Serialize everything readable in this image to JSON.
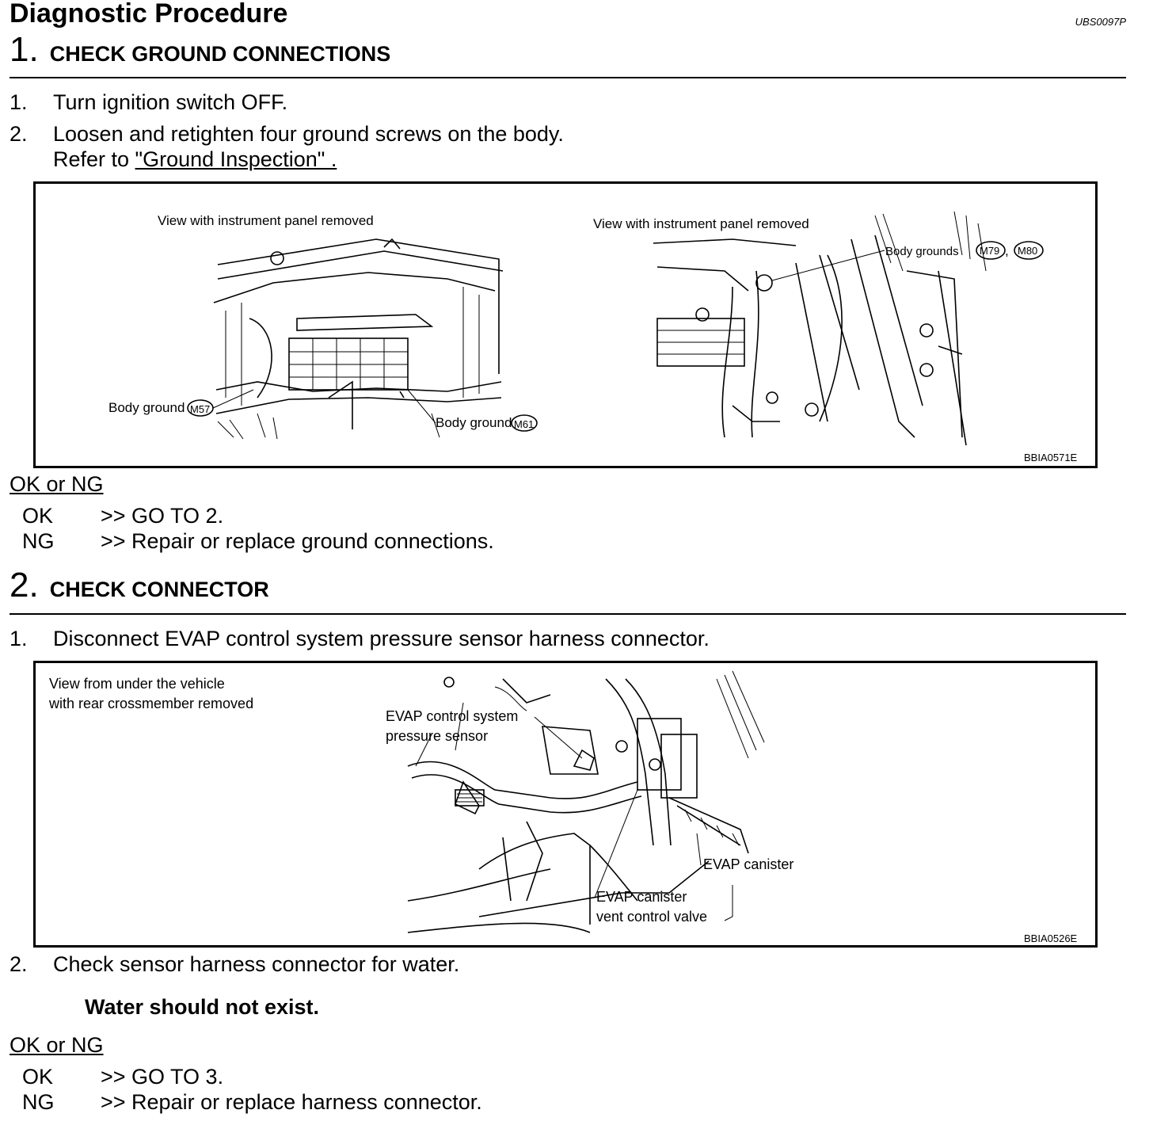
{
  "header": {
    "title": "Diagnostic Procedure",
    "code": "UBS0097P"
  },
  "step1": {
    "number": "1.",
    "title": "CHECK GROUND CONNECTIONS",
    "items": [
      {
        "num": "1.",
        "text": "Turn ignition switch OFF."
      },
      {
        "num": "2.",
        "text": "Loosen and retighten four ground screws on the body."
      }
    ],
    "refer_prefix": "Refer to ",
    "refer_link": "\"Ground Inspection\" .",
    "figure": {
      "left_caption": "View with instrument panel removed",
      "right_caption": "View with instrument panel removed",
      "body_ground_left": "Body ground",
      "body_ground_left_id": "M57",
      "body_ground_right": "Body ground",
      "body_ground_right_id": "M61",
      "body_grounds": "Body grounds",
      "body_grounds_id1": "M79",
      "body_grounds_sep": ",",
      "body_grounds_id2": "M80",
      "figure_id": "BBIA0571E"
    },
    "okng": {
      "heading": "OK or NG",
      "rows": [
        {
          "key": "OK",
          "value": ">> GO TO 2."
        },
        {
          "key": "NG",
          "value": ">> Repair or replace ground connections."
        }
      ]
    }
  },
  "step2": {
    "number": "2.",
    "title": "CHECK CONNECTOR",
    "item1": {
      "num": "1.",
      "text": "Disconnect EVAP control system pressure sensor harness connector."
    },
    "figure": {
      "caption_line1": "View from under the vehicle",
      "caption_line2": "with rear crossmember removed",
      "sensor_line1": "EVAP control system",
      "sensor_line2": "pressure sensor",
      "canister": "EVAP canister",
      "valve_line1": "EVAP canister",
      "valve_line2": "vent control valve",
      "figure_id": "BBIA0526E"
    },
    "item2": {
      "num": "2.",
      "text": "Check sensor harness connector for water."
    },
    "spec": "Water should not exist.",
    "okng": {
      "heading": "OK or NG",
      "rows": [
        {
          "key": "OK",
          "value": ">> GO TO 3."
        },
        {
          "key": "NG",
          "value": ">> Repair or replace harness connector."
        }
      ]
    }
  }
}
